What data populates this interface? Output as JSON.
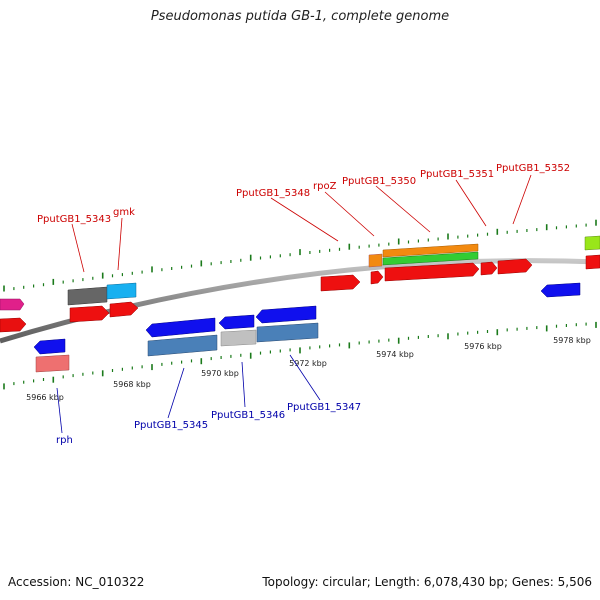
{
  "title": "Pseudomonas putida GB-1, complete genome",
  "footer": {
    "accession": "Accession: NC_010322",
    "summary": "Topology: circular; Length: 6,078,430 bp; Genes: 5,506"
  },
  "colors": {
    "backbone": "#8a8a8a",
    "ticks": "#1a7a1a",
    "label_forward": "#cc0000",
    "label_reverse": "#0000aa"
  },
  "scale_labels": [
    "5966 kbp",
    "5968 kbp",
    "5970 kbp",
    "5972 kbp",
    "5974 kbp",
    "5976 kbp",
    "5978 kbp"
  ],
  "labels_top": [
    "PputGB1_5343",
    "gmk",
    "PputGB1_5348",
    "rpoZ",
    "PputGB1_5350",
    "PputGB1_5351",
    "PputGB1_5352"
  ],
  "labels_bottom": [
    "rph",
    "PputGB1_5345",
    "PputGB1_5346",
    "PputGB1_5347"
  ]
}
